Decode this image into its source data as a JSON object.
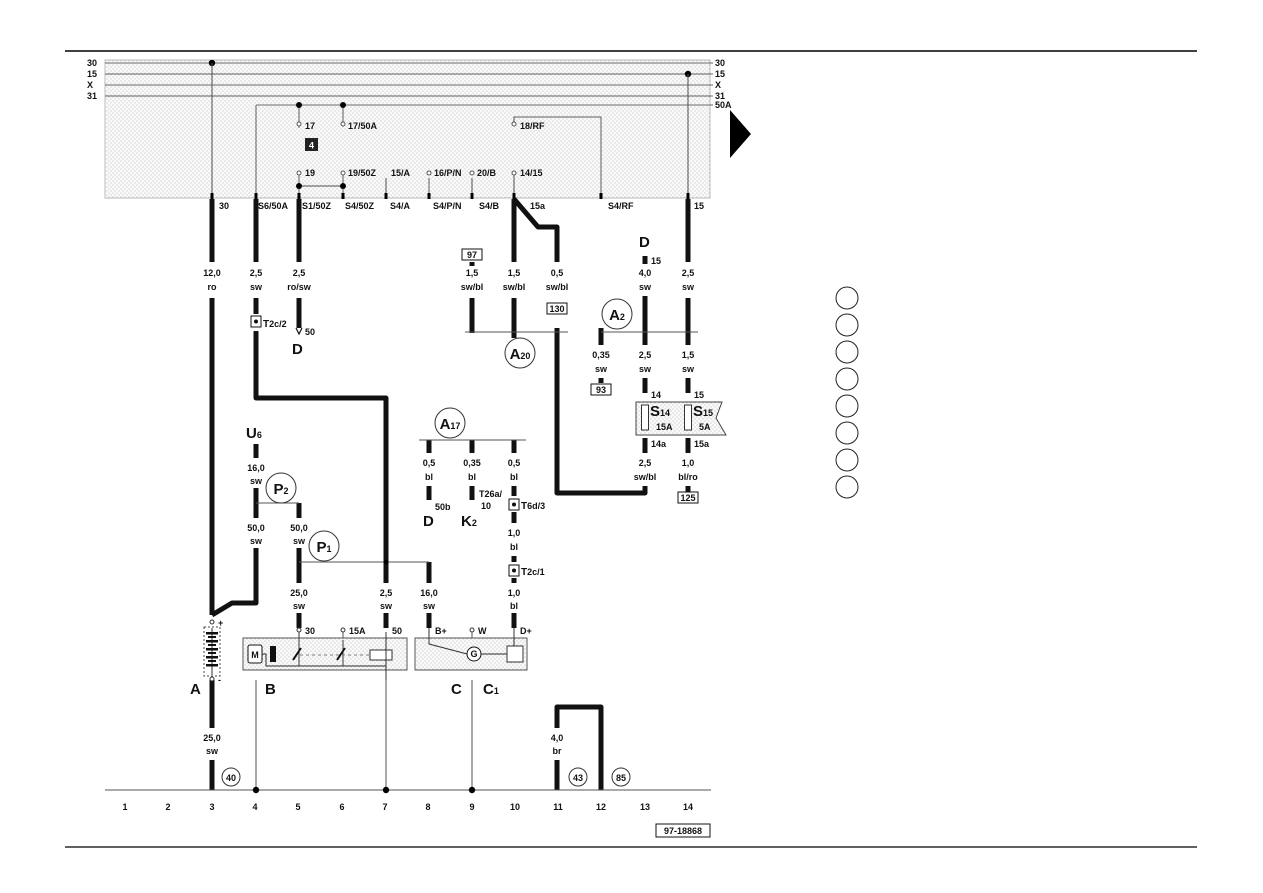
{
  "rails": {
    "left": [
      "30",
      "15",
      "X",
      "31"
    ],
    "right": [
      "30",
      "15",
      "X",
      "31",
      "50A"
    ]
  },
  "relay_box": {
    "badge": "4",
    "pins_top": [
      "17",
      "17/50A",
      "18/RF"
    ],
    "pins_bottom": [
      "19",
      "19/50Z",
      "15/A",
      "16/P/N",
      "20/B",
      "14/15"
    ],
    "outputs": [
      "30",
      "S6/50A",
      "S1/50Z",
      "S4/50Z",
      "S4/A",
      "S4/P/N",
      "S4/B",
      "15a",
      "S4/RF",
      "15"
    ]
  },
  "wires": {
    "w30": {
      "size": "12,0",
      "color": "ro"
    },
    "w_s6": {
      "size": "2,5",
      "color": "sw"
    },
    "w_s1": {
      "size": "2,5",
      "color": "ro/sw"
    },
    "w97": {
      "size": "1,5",
      "color": "sw/bl"
    },
    "w15a": {
      "size": "1,5",
      "color": "sw/bl"
    },
    "w130": {
      "size": "0,5",
      "color": "sw/bl"
    },
    "wD15": {
      "size": "4,0",
      "color": "sw"
    },
    "w15": {
      "size": "2,5",
      "color": "sw"
    },
    "w93": {
      "size": "0,35",
      "color": "sw"
    },
    "w14": {
      "size": "2,5",
      "color": "sw"
    },
    "w15b": {
      "size": "1,5",
      "color": "sw"
    },
    "w14a": {
      "size": "2,5",
      "color": "sw/bl"
    },
    "w125": {
      "size": "1,0",
      "color": "bl/ro"
    },
    "wU6": {
      "size": "16,0",
      "color": "sw"
    },
    "wP2a": {
      "size": "50,0",
      "color": "sw"
    },
    "wP2b": {
      "size": "50,0",
      "color": "sw"
    },
    "wB30": {
      "size": "25,0",
      "color": "sw"
    },
    "wB50": {
      "size": "2,5",
      "color": "sw"
    },
    "wBplus": {
      "size": "16,0",
      "color": "sw"
    },
    "wA17a": {
      "size": "0,5",
      "color": "bl"
    },
    "wA17b": {
      "size": "0,35",
      "color": "bl"
    },
    "wA17c": {
      "size": "0,5",
      "color": "bl"
    },
    "wD1": {
      "size": "1,0",
      "color": "bl"
    },
    "wD2": {
      "size": "1,0",
      "color": "bl"
    },
    "wGnd": {
      "size": "25,0",
      "color": "sw"
    },
    "wBr": {
      "size": "4,0",
      "color": "br"
    }
  },
  "refs": {
    "r97": "97",
    "r130": "130",
    "r93": "93",
    "r125": "125",
    "r40": "40",
    "r43": "43",
    "r85": "85"
  },
  "components": {
    "T2c2": "T",
    "T2c2_sub": "2c/2",
    "pin50": "50",
    "D1": "D",
    "U6": "U",
    "U6_sub": "6",
    "P2": "P",
    "P2_sub": "2",
    "P1": "P",
    "P1_sub": "1",
    "A20": "A",
    "A20_sub": "20",
    "A17": "A",
    "A17_sub": "17",
    "A2": "A",
    "A2_sub": "2",
    "D2": "D",
    "pin15": "15",
    "S14": "S",
    "S14_sub": "14",
    "S15": "S",
    "S15_sub": "15",
    "s14": "14",
    "s15": "15",
    "s15A": "15A",
    "s5A": "5A",
    "s14a": "14a",
    "s15a": "15a",
    "pin50b": "50b",
    "D3": "D",
    "K2": "K",
    "K2_sub": "2",
    "T26a": "T26a/",
    "T26a2": "10",
    "T6d3": "T",
    "T6d3_sub": "6d/3",
    "T2c1": "T",
    "T2c1_sub": "2c/1",
    "bat_plus": "+",
    "bat_minus": "-",
    "B30": "30",
    "B15A": "15A",
    "B50": "50",
    "M": "M",
    "Bplus": "B+",
    "W": "W",
    "Dplus": "D+",
    "G": "G",
    "A": "A",
    "B": "B",
    "C": "C",
    "C1": "C",
    "C1_sub": "1"
  },
  "tracks": [
    "1",
    "2",
    "3",
    "4",
    "5",
    "6",
    "7",
    "8",
    "9",
    "10",
    "11",
    "12",
    "13",
    "14"
  ],
  "doc_number": "97-18868"
}
